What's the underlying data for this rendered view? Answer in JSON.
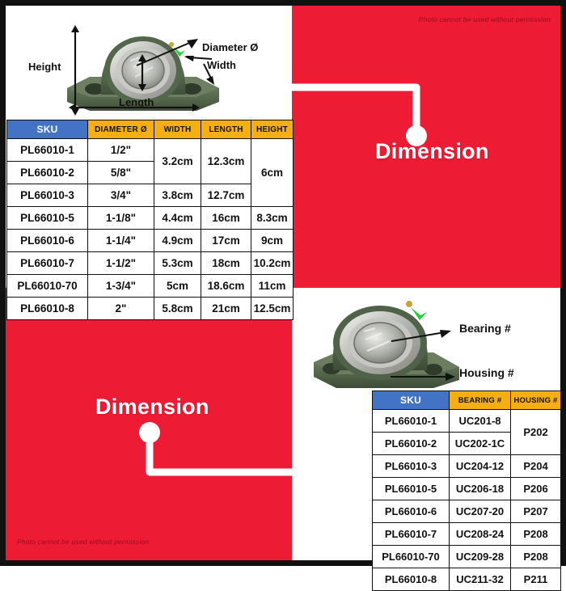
{
  "panels": {
    "watermark": "Photo cannot be used without permission",
    "dimension_label": "Dimension",
    "red_color": "#ED1B34",
    "accent_blue": "#4373C4",
    "accent_gold": "#F5AF12"
  },
  "product_top_left": {
    "alt": "pillow block bearing side view",
    "labels": {
      "height": "Height",
      "diameter": "Diameter Ø",
      "width": "Width",
      "length": "Length"
    }
  },
  "product_bottom_right": {
    "alt": "pillow block bearing angled view",
    "labels": {
      "bearing": "Bearing #",
      "housing": "Housing #"
    }
  },
  "table_dimensions": {
    "headers": [
      "SKU",
      "DIAMETER Ø",
      "WIDTH",
      "LENGTH",
      "HEIGHT"
    ],
    "rows": [
      {
        "sku": "PL66010-1",
        "diameter": "1/2\"",
        "width": "3.2cm",
        "length": "12.3cm",
        "height": "6cm"
      },
      {
        "sku": "PL66010-2",
        "diameter": "5/8\"",
        "width": "3.2cm",
        "length": "12.3cm",
        "height": "6cm"
      },
      {
        "sku": "PL66010-3",
        "diameter": "3/4\"",
        "width": "3.8cm",
        "length": "12.7cm",
        "height": "6cm"
      },
      {
        "sku": "PL66010-5",
        "diameter": "1-1/8\"",
        "width": "4.4cm",
        "length": "16cm",
        "height": "8.3cm"
      },
      {
        "sku": "PL66010-6",
        "diameter": "1-1/4\"",
        "width": "4.9cm",
        "length": "17cm",
        "height": "9cm"
      },
      {
        "sku": "PL66010-7",
        "diameter": "1-1/2\"",
        "width": "5.3cm",
        "length": "18cm",
        "height": "10.2cm"
      },
      {
        "sku": "PL66010-70",
        "diameter": "1-3/4\"",
        "width": "5cm",
        "length": "18.6cm",
        "height": "11cm"
      },
      {
        "sku": "PL66010-8",
        "diameter": "2\"",
        "width": "5.8cm",
        "length": "21cm",
        "height": "12.5cm"
      }
    ],
    "merged": {
      "width_3_2cm": "3.2cm",
      "length_12_3cm": "12.3cm",
      "height_6cm": "6cm"
    }
  },
  "table_numbers": {
    "headers": [
      "SKU",
      "BEARING #",
      "HOUSING #"
    ],
    "rows": [
      {
        "sku": "PL66010-1",
        "bearing": "UC201-8",
        "housing": "P202"
      },
      {
        "sku": "PL66010-2",
        "bearing": "UC202-1C",
        "housing": "P202"
      },
      {
        "sku": "PL66010-3",
        "bearing": "UC204-12",
        "housing": "P204"
      },
      {
        "sku": "PL66010-5",
        "bearing": "UC206-18",
        "housing": "P206"
      },
      {
        "sku": "PL66010-6",
        "bearing": "UC207-20",
        "housing": "P207"
      },
      {
        "sku": "PL66010-7",
        "bearing": "UC208-24",
        "housing": "P208"
      },
      {
        "sku": "PL66010-70",
        "bearing": "UC209-28",
        "housing": "P208"
      },
      {
        "sku": "PL66010-8",
        "bearing": "UC211-32",
        "housing": "P211"
      }
    ],
    "merged": {
      "housing_p202": "P202"
    }
  }
}
